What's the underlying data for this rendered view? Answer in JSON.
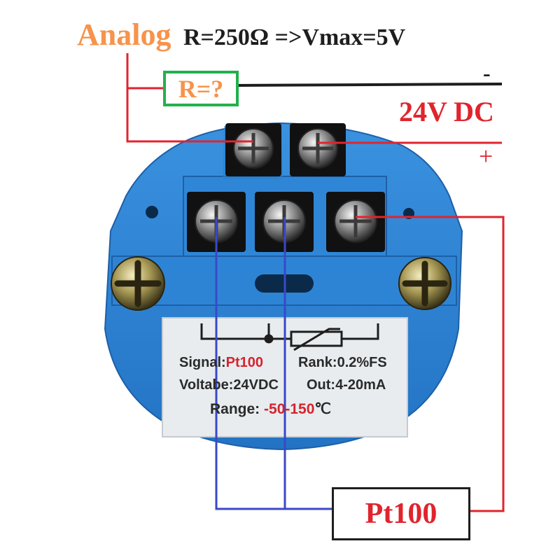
{
  "header": {
    "analog_label": "Analog",
    "formula": "R=250Ω =>Vmax=5V"
  },
  "resistor_box": {
    "label": "R=?"
  },
  "supply": {
    "minus": "-",
    "voltage": "24V DC",
    "plus": "+"
  },
  "sensor_box": {
    "label": "Pt100"
  },
  "device_label": {
    "signal_prefix": "Signal:",
    "signal_value": "Pt100",
    "rank": "Rank:0.2%FS",
    "voltage": "Voltabe:24VDC",
    "output": "Out:4-20mA",
    "range_prefix": "Range:",
    "range_value": "-50-150",
    "range_unit": "℃"
  },
  "colors": {
    "analog_text": "#f7934a",
    "resistor_border": "#22b14c",
    "supply_red": "#e0242e",
    "sensor_wire_blue": "#3a48c8",
    "device_blue": "#2f86d6"
  },
  "icons": [
    "terminal-screw-icon",
    "mounting-screw-icon",
    "rtd-symbol-icon"
  ]
}
